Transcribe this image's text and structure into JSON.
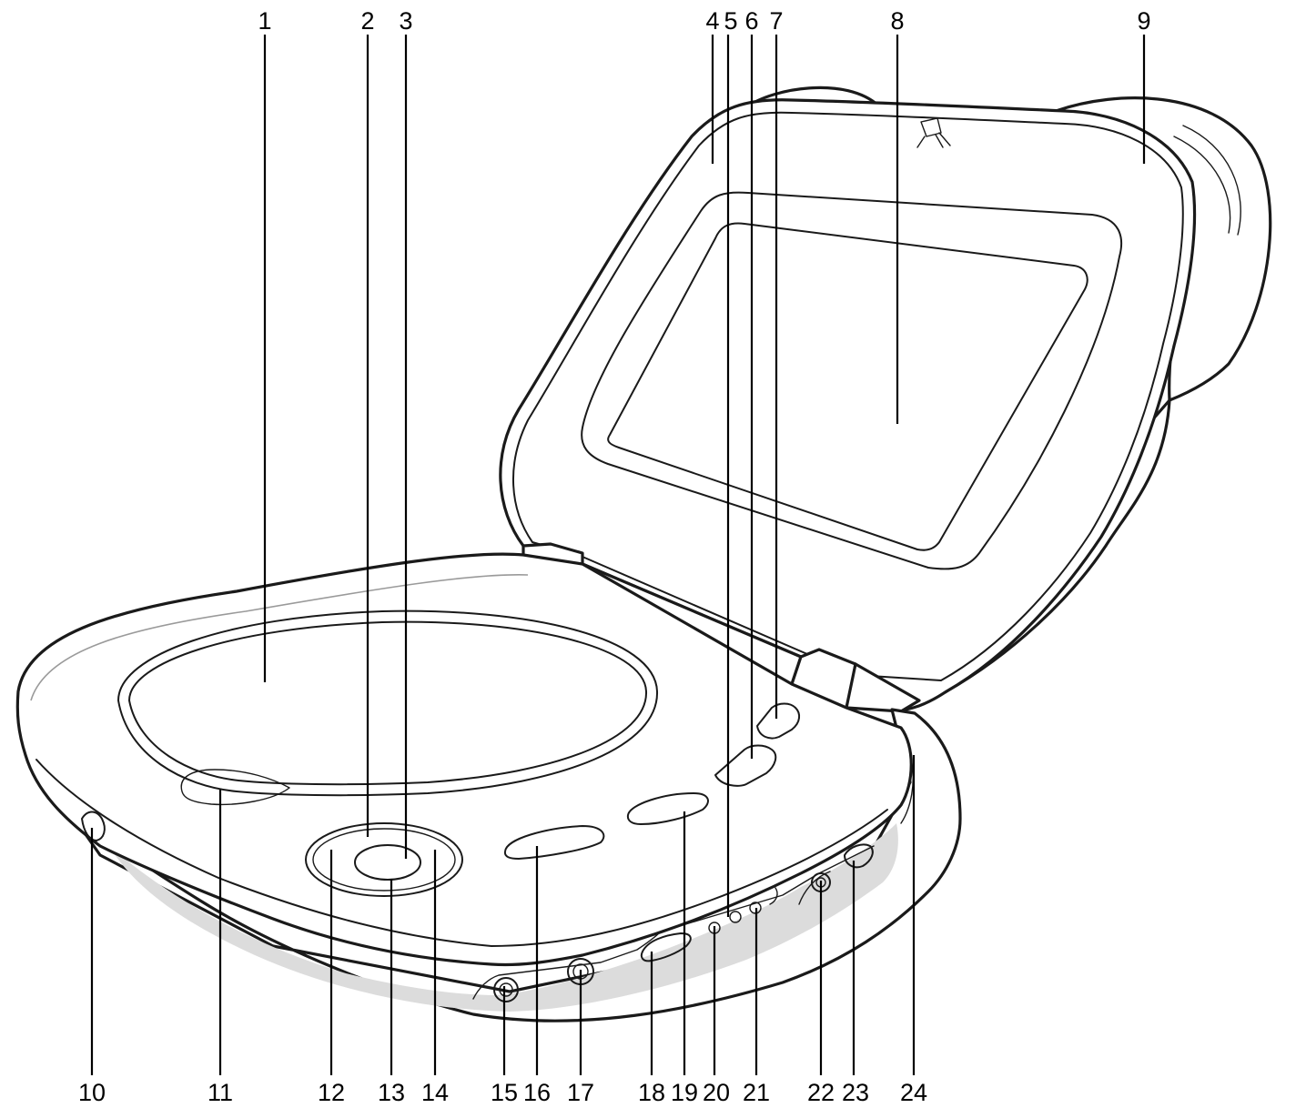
{
  "callouts": {
    "top": [
      "1",
      "2",
      "3",
      "4",
      "5",
      "6",
      "7",
      "8",
      "9"
    ],
    "bottom": [
      "10",
      "11",
      "12",
      "13",
      "14",
      "15",
      "16",
      "17",
      "18",
      "19",
      "20",
      "21",
      "22",
      "23",
      "24"
    ]
  }
}
